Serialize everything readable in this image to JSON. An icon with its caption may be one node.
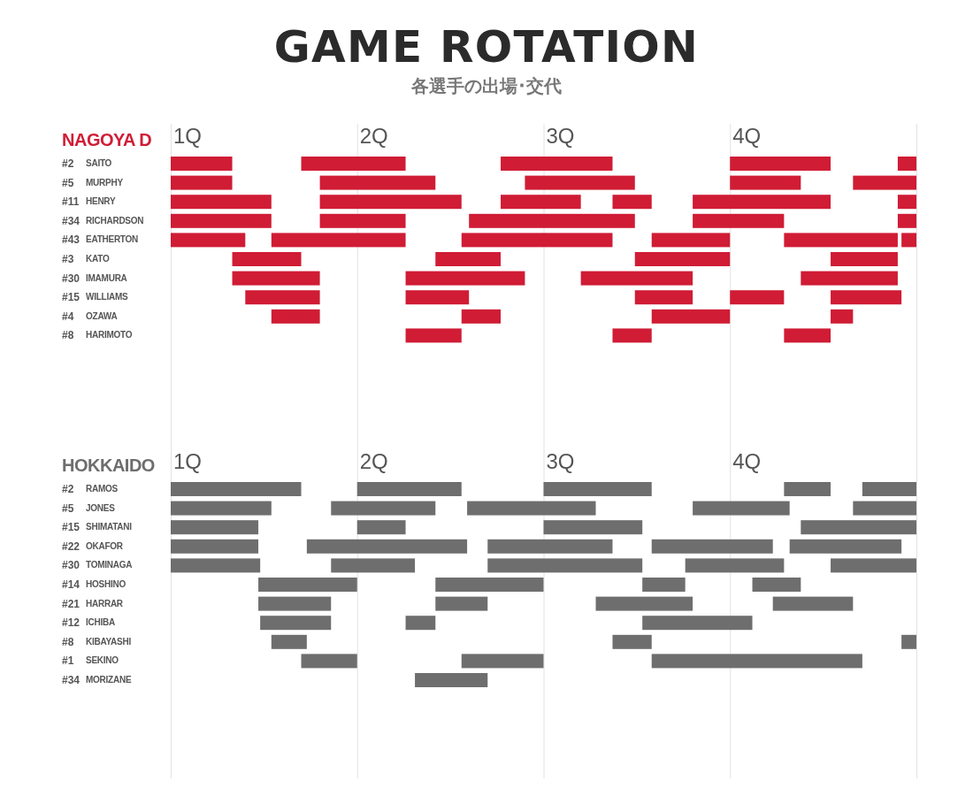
{
  "diagram": {
    "title": "GAME ROTATION",
    "labels": [
      "各選手の出場･交代",
      "NAGOYA D",
      "1Q",
      "2Q",
      "3Q",
      "4Q",
      "#2",
      "SAITO",
      "#5",
      "MURPHY",
      "#11",
      "HENRY",
      "#34",
      "RICHARDSON",
      "#43",
      "EATHERTON",
      "#3",
      "KATO",
      "#30",
      "IMAMURA",
      "#15",
      "WILLIAMS",
      "#4",
      "OZAWA",
      "#8",
      "HARIMOTO",
      "HOKKAIDO",
      "1Q",
      "2Q",
      "3Q",
      "4Q",
      "#2",
      "RAMOS",
      "#5",
      "JONES",
      "#15",
      "SHIMATANI",
      "#22",
      "OKAFOR",
      "#30",
      "TOMINAGA",
      "#14",
      "HOSHINO",
      "#21",
      "HARRAR",
      "#12",
      "ICHIBA",
      "#8",
      "KIBAYASHI",
      "#1",
      "SEKINO",
      "#34",
      "MORIZANE"
    ]
  }
}
